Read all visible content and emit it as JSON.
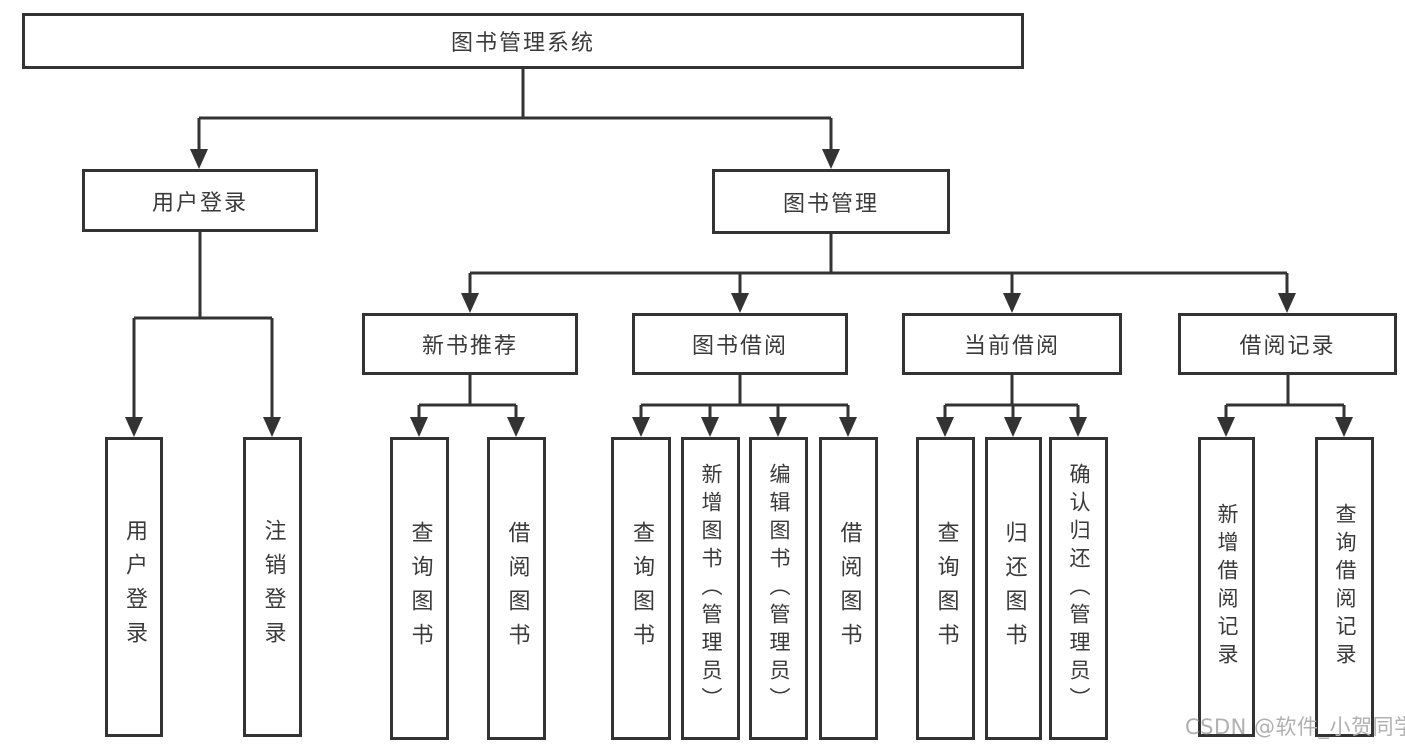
{
  "diagram": {
    "root_label": "图书管理系统",
    "level2": [
      "用户登录",
      "图书管理"
    ],
    "level3": [
      "新书推荐",
      "图书借阅",
      "当前借阅",
      "借阅记录"
    ],
    "leaves": [
      "用户登录",
      "注销登录",
      "查询图书",
      "借阅图书",
      "查询图书",
      "新增图书（管理员）",
      "编辑图书（管理员）",
      "借阅图书",
      "查询图书",
      "归还图书",
      "确认归还（管理员）",
      "新增借阅记录",
      "查询借阅记录"
    ],
    "watermark": "CSDN @软件_小贺同学",
    "colors": {
      "line": "#333333",
      "watermark": "#b0b0b0",
      "background": "#ffffff"
    }
  }
}
